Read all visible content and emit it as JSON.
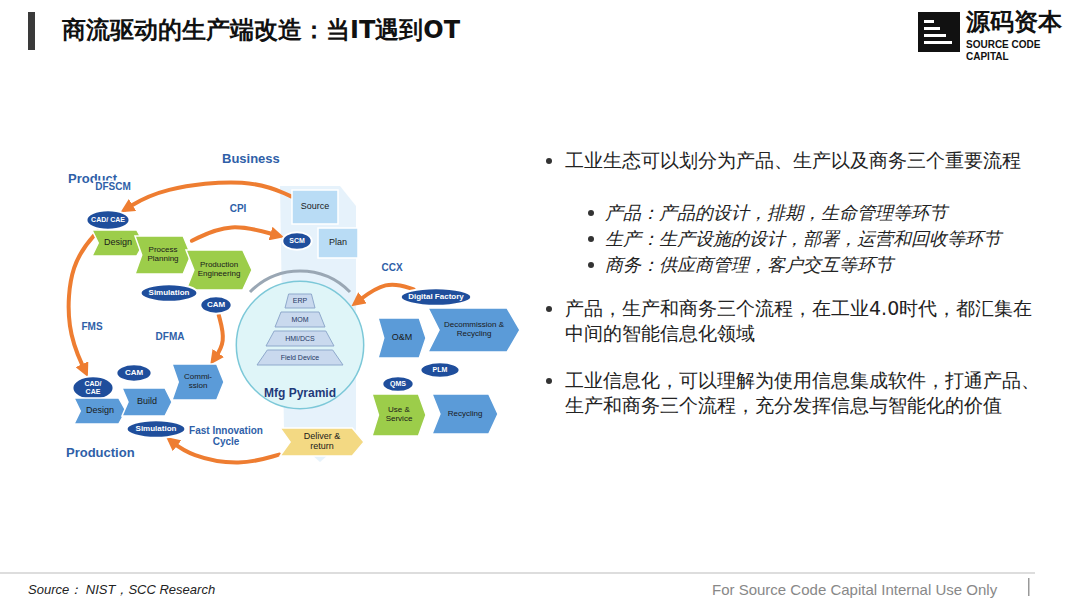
{
  "diagram": {
    "title": "商流驱动的生产端改造：当IT遇到OT",
    "nodes": [
      {
        "text": [
          "CAD/ CAE"
        ]
      },
      {
        "text": [
          "Design"
        ]
      },
      {
        "text": [
          "Process Planning"
        ]
      },
      {
        "text": [
          "Production Engineering"
        ]
      },
      {
        "text": [
          "Simulation"
        ]
      },
      {
        "text": [
          "CAM"
        ]
      },
      {
        "text": [
          "Source"
        ]
      },
      {
        "text": [
          "SCM"
        ]
      },
      {
        "text": [
          "Plan"
        ]
      },
      {
        "text": [
          "Mfg Pyramid"
        ]
      },
      {
        "text": [
          "ERP"
        ],
        "in": 9
      },
      {
        "text": [
          "MOM"
        ],
        "in": 9
      },
      {
        "text": [
          "HMI/DCS"
        ],
        "in": 9
      },
      {
        "text": [
          "Field Device"
        ],
        "in": 9
      },
      {
        "text": [
          "Digital Factory"
        ]
      },
      {
        "text": [
          "Decommission & Recycling"
        ]
      },
      {
        "text": [
          "O&M"
        ]
      },
      {
        "text": [
          "CAD/ CAE"
        ]
      },
      {
        "text": [
          "CAM"
        ]
      },
      {
        "text": [
          "Design"
        ]
      },
      {
        "text": [
          "Build"
        ]
      },
      {
        "text": [
          "Commi- ssion"
        ]
      },
      {
        "text": [
          "Simulation"
        ]
      },
      {
        "text": [
          "Deliver & return"
        ]
      },
      {
        "text": [
          "PLM"
        ]
      },
      {
        "text": [
          "QMS"
        ]
      },
      {
        "text": [
          "Use & Service"
        ]
      },
      {
        "text": [
          "Recycling"
        ]
      }
    ],
    "edges": [
      {
        "from": 6,
        "to": 0,
        "label": "DFSCM",
        "arrow": "to"
      },
      {
        "from": 2,
        "to": 7,
        "label": "CPI",
        "arrow": "to"
      },
      {
        "from": 0,
        "to": 17,
        "label": "FMS",
        "arrow": "to"
      },
      {
        "from": 5,
        "to": 21,
        "label": "DFMA",
        "arrow": "to"
      },
      {
        "from": 14,
        "to": 9,
        "label": "CCX",
        "arrow": "to"
      },
      {
        "from": 23,
        "to": 22,
        "label": "Fast Innovation Cycle",
        "arrow": "to"
      }
    ],
    "labels": [
      "Business",
      "Product",
      "Production",
      "源码资本",
      "SOURCE CODE CAPITAL",
      "工业生态可以划分为产品、生产以及商务三个重要流程",
      "产品：产品的设计，排期，生命管理等环节",
      "生产：生产设施的设计，部署，运营和回收等环节",
      "商务：供应商管理，客户交互等环节",
      "产品，生产和商务三个流程，在工业4.0时代，都汇集在中间的智能信息化领域",
      "工业信息化，可以理解为使用信息集成软件，打通产品、生产和商务三个流程，充分发挥信息与智能化的价值",
      "Source： NIST，SCC Research",
      "For Source Code Capital Internal Use Only"
    ]
  }
}
